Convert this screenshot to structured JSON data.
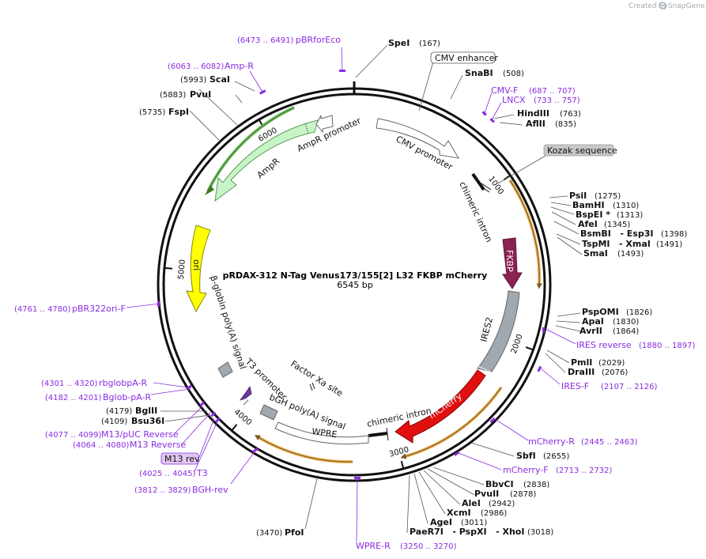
{
  "credit": {
    "text": "Created by",
    "brand": "SnapGene"
  },
  "plasmid": {
    "name": "pRDAX-312    N-Tag Venus173/155[2] L32 FKBP mCherry",
    "size": "6545 bp",
    "total_bp": 6545
  },
  "ticks": [
    {
      "bp": 1000,
      "label": "1000"
    },
    {
      "bp": 2000,
      "label": "2000"
    },
    {
      "bp": 3000,
      "label": "3000"
    },
    {
      "bp": 4000,
      "label": "4000"
    },
    {
      "bp": 5000,
      "label": "5000"
    },
    {
      "bp": 6000,
      "label": "6000"
    }
  ],
  "enzymes": [
    {
      "name": "SpeI",
      "pos": "(167)"
    },
    {
      "name": "SnaBI",
      "pos": "(508)"
    },
    {
      "name": "HindIII",
      "pos": "(763)"
    },
    {
      "name": "AflII",
      "pos": "(835)"
    },
    {
      "name": "PsiI",
      "pos": "(1275)"
    },
    {
      "name": "BamHI",
      "pos": "(1310)"
    },
    {
      "name": "BspEI *",
      "pos": "(1313)"
    },
    {
      "name": "AfeI",
      "pos": "(1345)"
    },
    {
      "name": "BsmBI   - Esp3I",
      "pos": "(1398)"
    },
    {
      "name": "TspMI   - XmaI",
      "pos": "(1491)"
    },
    {
      "name": "SmaI",
      "pos": "(1493)"
    },
    {
      "name": "PspOMI",
      "pos": "(1826)"
    },
    {
      "name": "ApaI",
      "pos": "(1830)"
    },
    {
      "name": "AvrII",
      "pos": "(1864)"
    },
    {
      "name": "PmlI",
      "pos": "(2029)"
    },
    {
      "name": "DraIII",
      "pos": "(2076)"
    },
    {
      "name": "SbfI",
      "pos": "(2655)"
    },
    {
      "name": "BbvCI",
      "pos": "(2838)"
    },
    {
      "name": "PvuII",
      "pos": "(2878)"
    },
    {
      "name": "AleI",
      "pos": "(2942)"
    },
    {
      "name": "XcmI",
      "pos": "(2986)"
    },
    {
      "name": "AgeI",
      "pos": "(3011)"
    },
    {
      "name": "PaeR7I   - PspXI   - XhoI",
      "pos": "(3018)"
    },
    {
      "name": "PfoI",
      "pos": "(3470)"
    },
    {
      "name": "Bsu36I",
      "pos": "(4109)"
    },
    {
      "name": "BglII",
      "pos": "(4179)"
    },
    {
      "name": "FspI",
      "pos": "(5735)"
    },
    {
      "name": "PvuI",
      "pos": "(5883)"
    },
    {
      "name": "ScaI",
      "pos": "(5993)"
    }
  ],
  "primers": [
    {
      "name": "pBRforEco",
      "range": "(6473 .. 6491)"
    },
    {
      "name": "Amp-R",
      "range": "(6063 .. 6082)"
    },
    {
      "name": "CMV-F",
      "range": "(687 .. 707)"
    },
    {
      "name": "LNCX",
      "range": "(733 .. 757)"
    },
    {
      "name": "IRES reverse",
      "range": "(1880 .. 1897)"
    },
    {
      "name": "IRES-F",
      "range": "(2107 .. 2126)"
    },
    {
      "name": "mCherry-R",
      "range": "(2445 .. 2463)"
    },
    {
      "name": "mCherry-F",
      "range": "(2713 .. 2732)"
    },
    {
      "name": "WPRE-R",
      "range": "(3250 .. 3270)"
    },
    {
      "name": "BGH-rev",
      "range": "(3812 .. 3829)"
    },
    {
      "name": "T3",
      "range": "(4025 .. 4045)"
    },
    {
      "name": "M13 rev",
      "range": ""
    },
    {
      "name": "M13 Reverse",
      "range": "(4064 .. 4080)"
    },
    {
      "name": "M13/pUC Reverse",
      "range": "(4077 .. 4099)"
    },
    {
      "name": "Bglob-pA-R",
      "range": "(4182 .. 4201)"
    },
    {
      "name": "rbglobpA-R",
      "range": "(4301 .. 4320)"
    },
    {
      "name": "pBR322ori-F",
      "range": "(4761 .. 4780)"
    }
  ],
  "features": {
    "cmv_enhancer": "CMV enhancer",
    "cmv_promoter": "CMV promoter",
    "kozak": "Kozak sequence",
    "chimeric_intron_1": "chimeric intron",
    "fkbp": "FKBP",
    "ires2": "IRES2",
    "mcherry": "mCherry",
    "chimeric_intron_2": "chimeric intron",
    "wpre": "WPRE",
    "bgh": "bGH poly(A) signal",
    "factor_xa": "Factor Xa site",
    "t3_promoter": "T3 promoter",
    "bglobin": "β-globin poly(A) signal",
    "ori": "ori",
    "ampr": "AmpR",
    "ampr_promoter": "AmpR promoter"
  },
  "colors": {
    "primer": "#8a2be2",
    "fkbp": "#8b2252",
    "mcherry": "#e01010",
    "ires": "#a0a8b0",
    "ori": "#ffff00",
    "ampr": "#c8f5c8",
    "orf": "#f0b860",
    "backbone": "#111111"
  }
}
